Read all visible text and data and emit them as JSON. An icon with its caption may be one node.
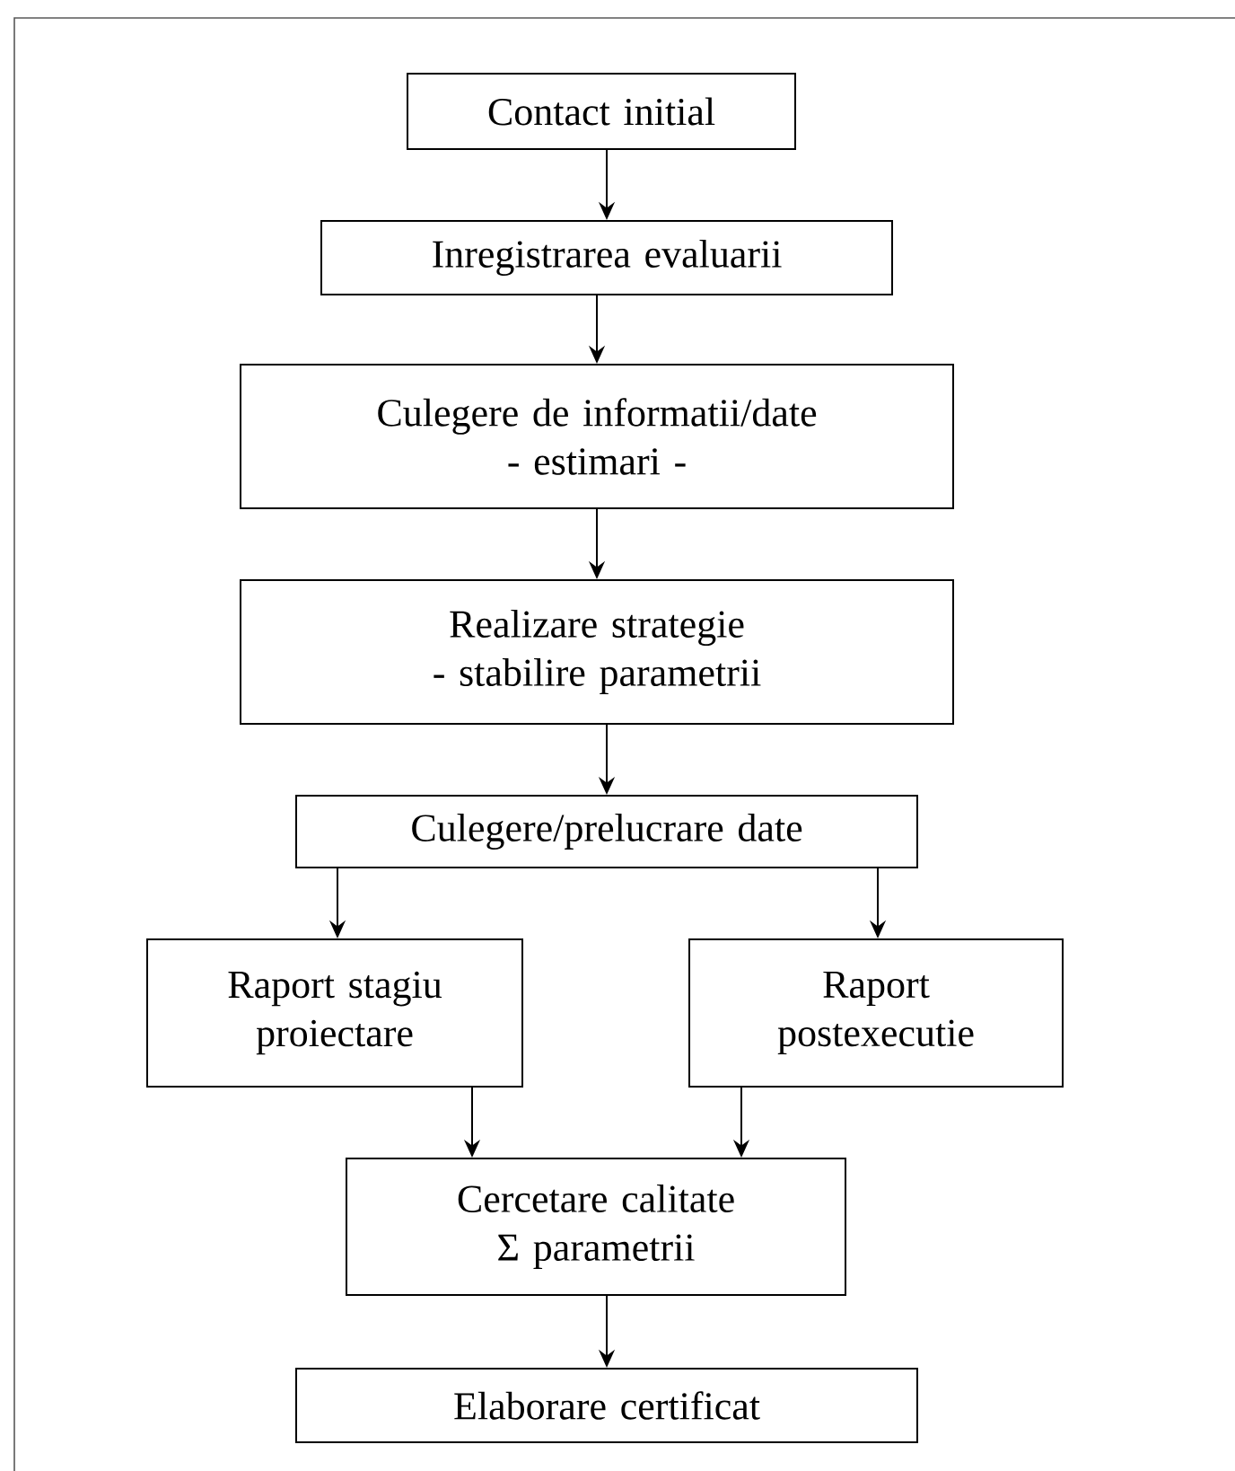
{
  "diagram": {
    "nodes": [
      {
        "text": [
          "Contact initial"
        ]
      },
      {
        "text": [
          "Inregistrarea evaluarii"
        ]
      },
      {
        "text": [
          "Culegere de informatii/date",
          "- estimari -"
        ]
      },
      {
        "text": [
          "Realizare strategie",
          "- stabilire parametrii"
        ]
      },
      {
        "text": [
          "Culegere/prelucrare date"
        ]
      },
      {
        "text": [
          "Raport stagiu proiectare"
        ]
      },
      {
        "text": [
          "Raport postexecutie"
        ]
      },
      {
        "text": [
          "Cercetare calitate",
          "Σ parametrii"
        ]
      },
      {
        "text": [
          "Elaborare certificat"
        ]
      }
    ],
    "edges": [
      {
        "from": 0,
        "to": 1,
        "arrow": "to"
      },
      {
        "from": 1,
        "to": 2,
        "arrow": "to"
      },
      {
        "from": 2,
        "to": 3,
        "arrow": "to"
      },
      {
        "from": 3,
        "to": 4,
        "arrow": "to"
      },
      {
        "from": 4,
        "to": 5,
        "arrow": "to"
      },
      {
        "from": 4,
        "to": 6,
        "arrow": "to"
      },
      {
        "from": 5,
        "to": 7,
        "arrow": "to"
      },
      {
        "from": 6,
        "to": 7,
        "arrow": "to"
      },
      {
        "from": 7,
        "to": 8,
        "arrow": "to"
      }
    ]
  }
}
